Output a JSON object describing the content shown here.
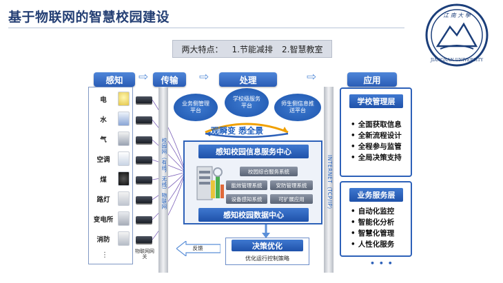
{
  "title": "基于物联网的智慧校园建设",
  "logo": {
    "text_top": "江南大学",
    "text_bottom": "JIANGNAN UNIVERSITY"
  },
  "features": {
    "label": "两大特点：",
    "item1": "1.节能减排",
    "item2": "2.智慧教室"
  },
  "stages": {
    "sense": "感知",
    "transmit": "传输",
    "process": "处理",
    "apply": "应用"
  },
  "sensors": [
    "电",
    "水",
    "气",
    "空调",
    "煤",
    "路灯",
    "变电所",
    "消防"
  ],
  "sensors_more": "⋮",
  "gateway_label": "物联网网关",
  "pillar_left": "校园网（有线，无线）物联网",
  "pillar_right": "INTERNET（TCP/IP）",
  "clouds": {
    "business": "业务侧管理平台",
    "school": "学校级服务平台",
    "teacher": "师生侧信息推送平台"
  },
  "slogan": "观瞬变 悉全景",
  "center": {
    "top_bar": "感知校园信息服务中心",
    "bottom_bar": "感知校园数据中心",
    "systems": [
      "校园综合服务系统",
      "能效管理系统",
      "安防管理系统",
      "设备感知系统",
      "可扩展应用"
    ]
  },
  "decision": {
    "title": "决策优化",
    "sub": "优化运行控制策略"
  },
  "feedback": "反馈",
  "apps": {
    "school": {
      "title": "学校管理层",
      "items": [
        "全面获取信息",
        "全新流程设计",
        "全程参与监管",
        "全局决策支持"
      ]
    },
    "business": {
      "title": "业务服务层",
      "items": [
        "自动化监控",
        "智能化分析",
        "智慧化管理",
        "人性化服务"
      ]
    },
    "more": "• • •"
  },
  "colors": {
    "title": "#243f74",
    "accent": "#2c60b8",
    "header_grad_top": "#4f86d9"
  }
}
